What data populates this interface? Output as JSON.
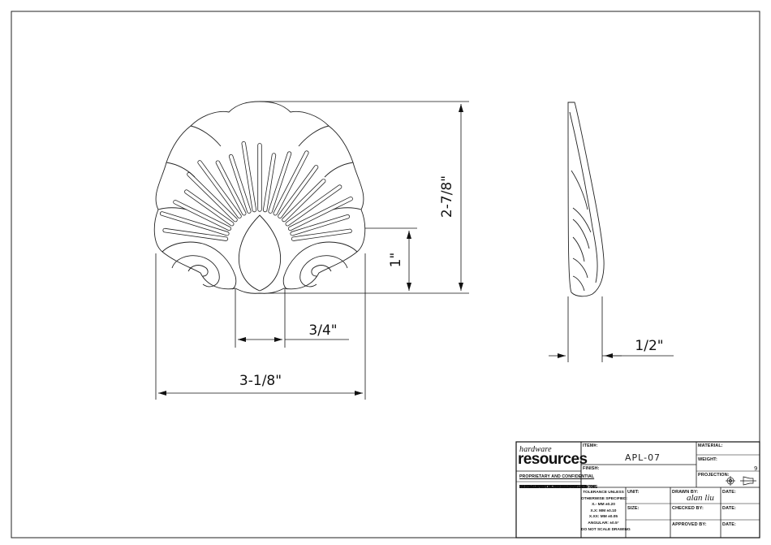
{
  "dimensions": {
    "height_total": "2-7/8\"",
    "height_scroll": "1\"",
    "width_total": "3-1/8\"",
    "width_center": "3/4\"",
    "depth": "1/2\""
  },
  "title_block": {
    "logo_top": "hardware",
    "logo_bottom": "resources",
    "proprietary_heading": "PROPRIETARY AND CONFIDENTIAL",
    "proprietary_lines": [
      "THE INFORMATION CONTAINED IN THIS",
      "DRAWING IS THE SOLE PROPERTY OF",
      "HARDWARE RESOURCES INC. ANY",
      "REPRODUCTION IN PART OR AS A",
      "WHOLE WITHOUT THE WRITTEN",
      "PERMISSION OF HARDWARE",
      "RESOURCES INC. IS PROHIBITED."
    ],
    "item_label": "ITEM#:",
    "item_value": "APL-07",
    "finish_label": "FINISH:",
    "material_label": "MATERIAL:",
    "weight_label": "WEIGHT:",
    "weight_value": "9",
    "projection_label": "PROJECTION:",
    "tolerance_lines": [
      "TOLERANCE UNLESS",
      "OTHERWISE SPECIFIED:",
      "X.- MM ±0.20",
      "X.X: MM ±0.10",
      "X.XX: MM ±0.05",
      "ANGULAR: ±0.5°",
      "DO NOT SCALE DRAWING"
    ],
    "unit_label": "UNIT:",
    "size_label": "SIZE:",
    "drawn_by_label": "DRAWN BY:",
    "drawn_by_value": "alan liu",
    "checked_by_label": "CHECKED BY:",
    "approved_by_label": "APPROVED BY:",
    "date_label": "DATE:"
  }
}
